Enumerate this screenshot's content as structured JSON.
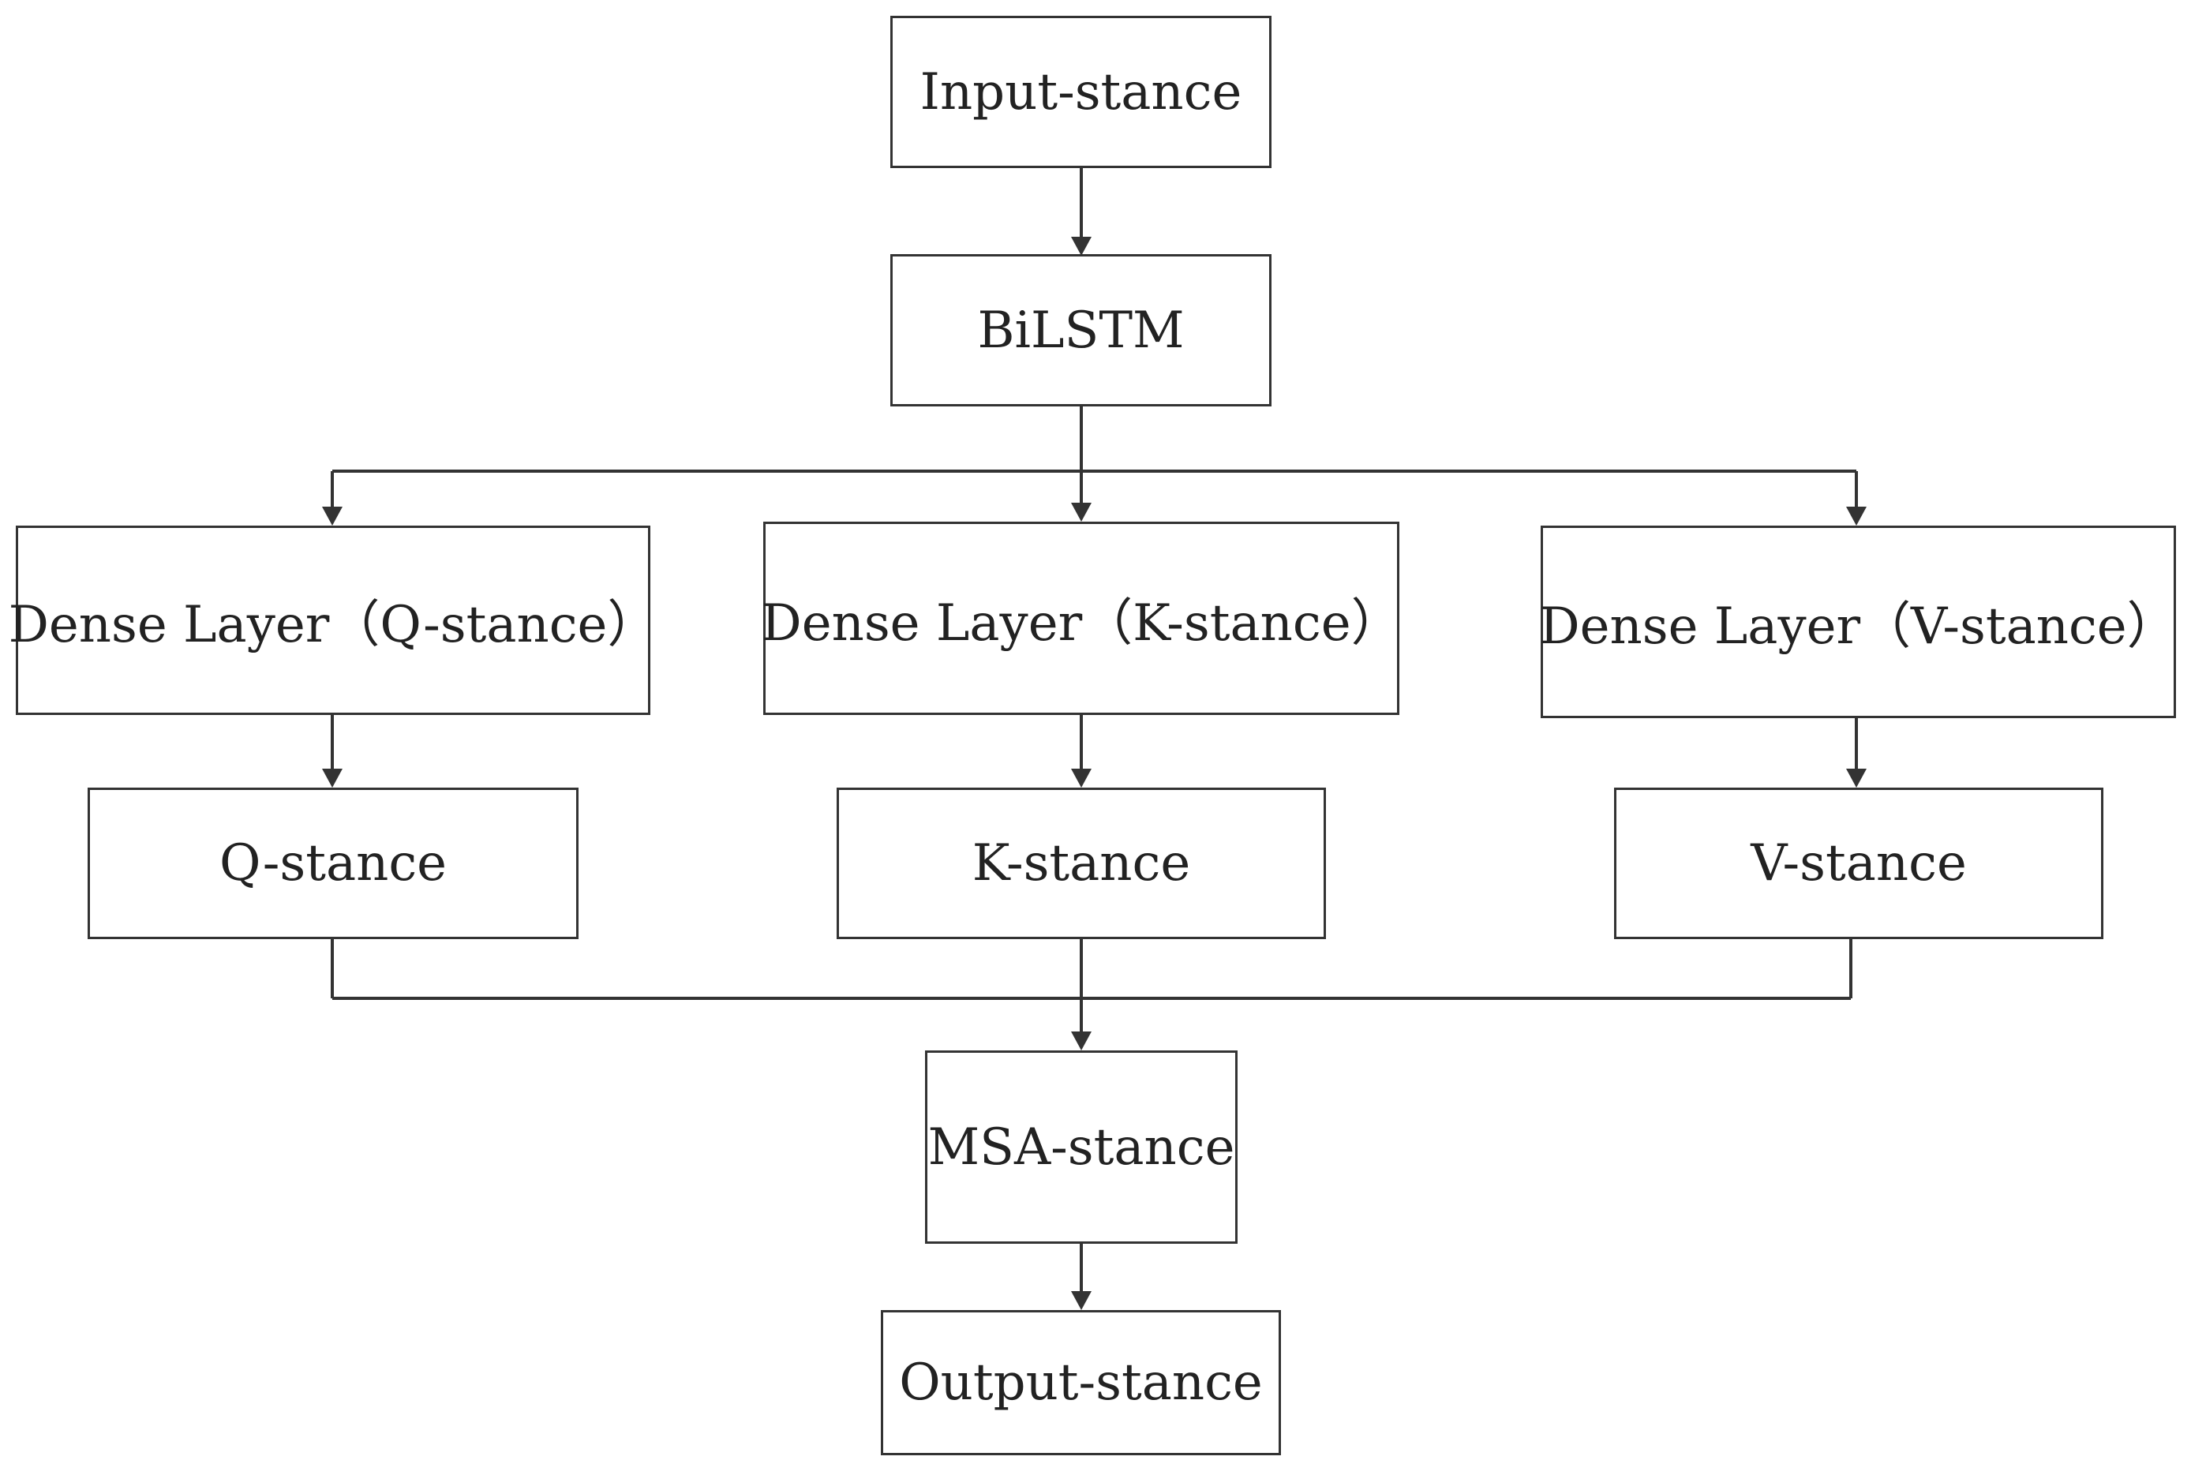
{
  "nodes": {
    "input": "Input-stance",
    "bilstm": "BiLSTM",
    "dense_q": "Dense Layer（Q-stance）",
    "dense_k": "Dense Layer（K-stance）",
    "dense_v": "Dense Layer（V-stance）",
    "q": "Q-stance",
    "k": "K-stance",
    "v": "V-stance",
    "msa": "MSA-stance",
    "output": "Output-stance"
  },
  "edges": [
    {
      "from": "input",
      "to": "bilstm"
    },
    {
      "from": "bilstm",
      "to": "dense_q"
    },
    {
      "from": "bilstm",
      "to": "dense_k"
    },
    {
      "from": "bilstm",
      "to": "dense_v"
    },
    {
      "from": "dense_q",
      "to": "q"
    },
    {
      "from": "dense_k",
      "to": "k"
    },
    {
      "from": "dense_v",
      "to": "v"
    },
    {
      "from": "q",
      "to": "msa"
    },
    {
      "from": "k",
      "to": "msa"
    },
    {
      "from": "v",
      "to": "msa"
    },
    {
      "from": "msa",
      "to": "output"
    }
  ],
  "colors": {
    "line": "#333333",
    "text": "#222222",
    "background": "#ffffff"
  }
}
